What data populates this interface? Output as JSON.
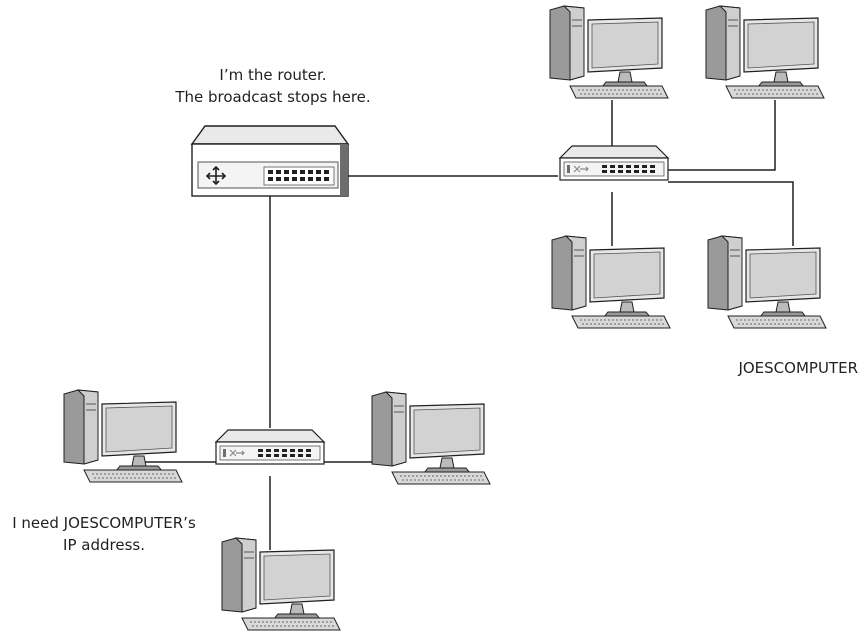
{
  "labels": {
    "router_line1": "I’m the router.",
    "router_line2": "The broadcast stops here.",
    "target_computer": "JOESCOMPUTER",
    "requester_line1": "I need JOESCOMPUTER’s",
    "requester_line2": "IP address."
  },
  "devices": {
    "router": {
      "name": "router",
      "icon": "router-icon"
    },
    "switches": [
      {
        "name": "switch-right",
        "icon": "switch-icon"
      },
      {
        "name": "switch-bottom",
        "icon": "switch-icon"
      }
    ],
    "computers": [
      {
        "name": "computer-top-left"
      },
      {
        "name": "computer-top-right"
      },
      {
        "name": "computer-mid-left"
      },
      {
        "name": "computer-joescomputer"
      },
      {
        "name": "computer-requester"
      },
      {
        "name": "computer-bottom-right"
      },
      {
        "name": "computer-bottom"
      }
    ]
  },
  "colors": {
    "line": "#231f20",
    "device_fill": "#ffffff",
    "device_shade": "#bdbdbd",
    "device_dark": "#6d6d6d"
  }
}
